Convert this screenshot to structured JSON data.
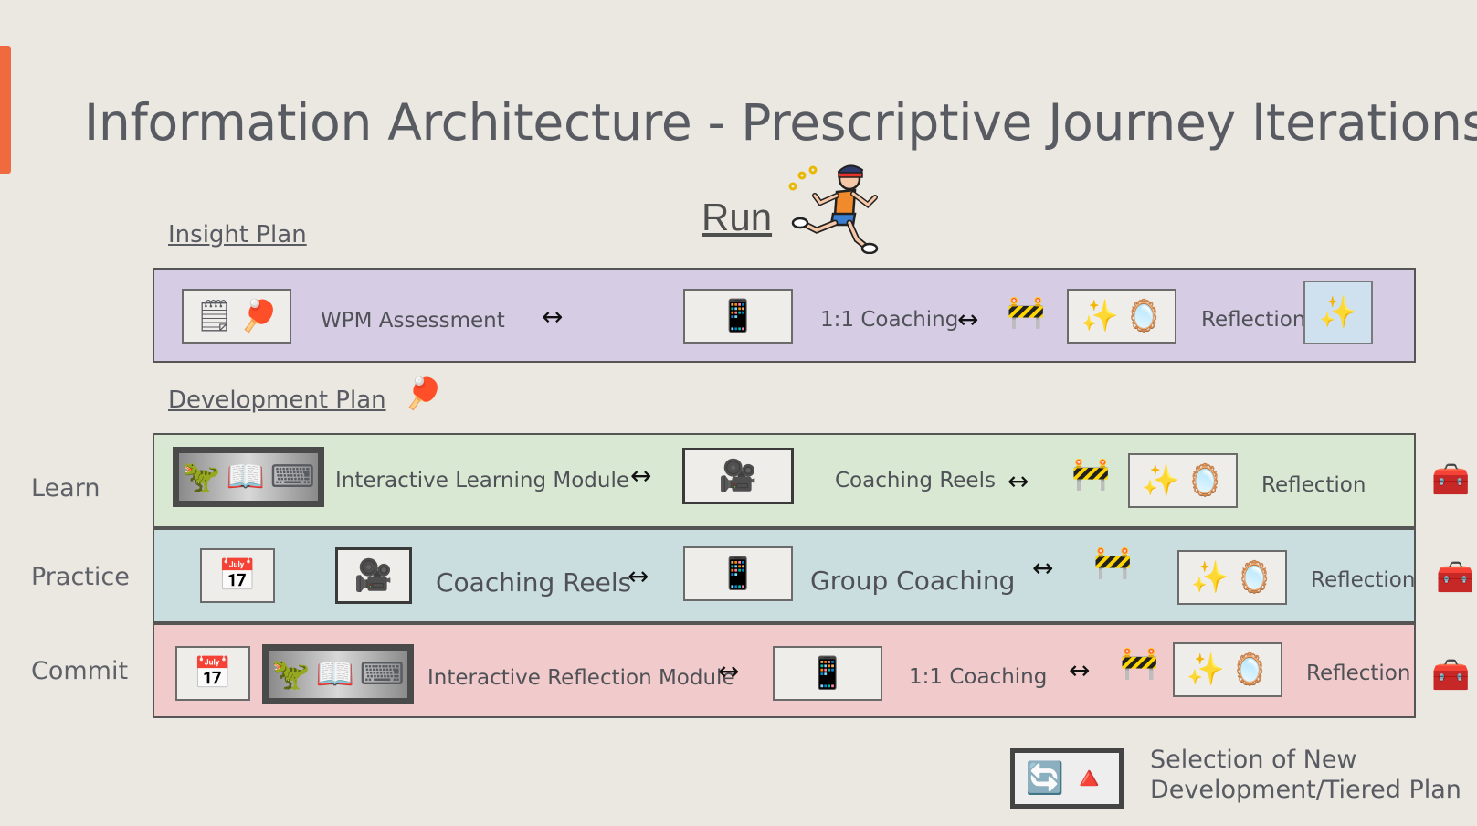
{
  "title": "Information Architecture - Prescriptive Journey Iterations",
  "run": {
    "label": "Run",
    "icon": "runner-icon"
  },
  "insight": {
    "section_label": "Insight Plan",
    "wpm": "WPM Assessment",
    "coaching": "1:1 Coaching",
    "reflection": "Reflection"
  },
  "development": {
    "section_label": "Development Plan"
  },
  "rows": {
    "learn": {
      "label": "Learn",
      "module": "Interactive Learning Module",
      "reels": "Coaching Reels",
      "reflection": "Reflection"
    },
    "practice": {
      "label": "Practice",
      "reels": "Coaching Reels",
      "coaching": "Group Coaching",
      "reflection": "Reflection"
    },
    "commit": {
      "label": "Commit",
      "module": "Interactive Reflection Module",
      "coaching": "1:1 Coaching",
      "reflection": "Reflection"
    }
  },
  "arrow": "↔",
  "legend": {
    "line1": "Selection of New",
    "line2": "Development/Tiered Plan"
  },
  "glyphs": {
    "notepad": "🗒",
    "ping_pong": "🏓",
    "phone": "📱",
    "roadblock": "🚧",
    "sparkles": "✨",
    "mirror": "🪞",
    "dinosaur": "🦖",
    "book": "📖",
    "keyboard": "⌨",
    "camera": "🎥",
    "calendar": "📅",
    "toolbox": "🧰",
    "refresh": "🔄",
    "pyramid": "🔺"
  },
  "colors": {
    "accent": "#ef6a3f",
    "insight_band": "#d6cde4",
    "learn_band": "#d8e8d3",
    "practice_band": "#cadedf",
    "commit_band": "#f1cbcc"
  }
}
